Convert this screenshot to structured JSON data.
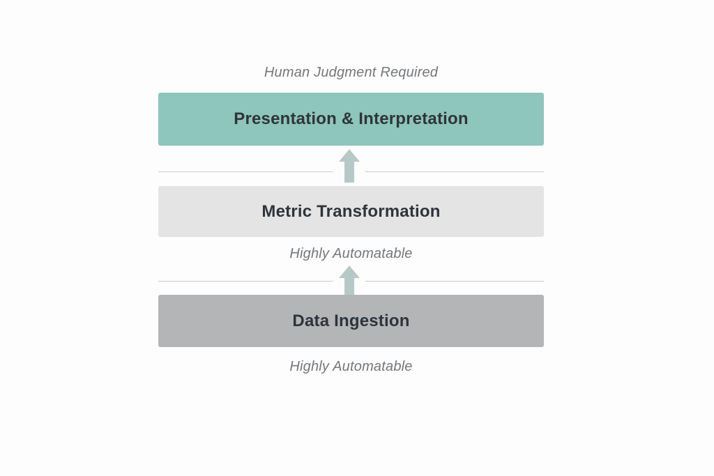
{
  "colors": {
    "background": "#fdfdfd",
    "layer_presentation": "#8ec5bc",
    "layer_transformation": "#e4e4e5",
    "layer_ingestion": "#b4b5b7",
    "arrow": "#b7c9c6",
    "divider_line": "#c9cbcc",
    "layer_title_text": "#2e343a",
    "annotation_text": "#74777a"
  },
  "diagram": {
    "top_annotation": "Human Judgment Required",
    "layers": [
      {
        "title": "Presentation & Interpretation"
      },
      {
        "title": "Metric Transformation"
      },
      {
        "title": "Data Ingestion"
      }
    ],
    "middle_annotation": "Highly Automatable",
    "bottom_annotation": "Highly Automatable"
  }
}
